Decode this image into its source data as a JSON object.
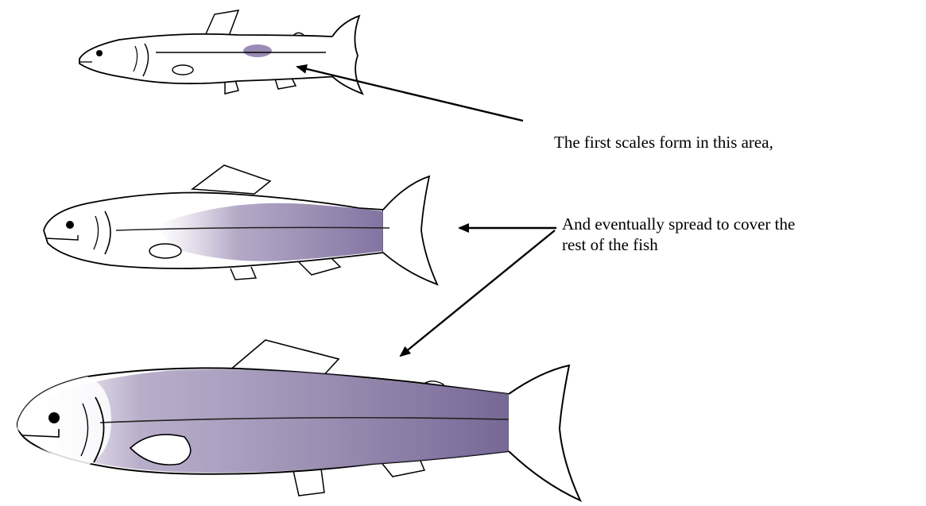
{
  "annotations": {
    "first_scales": "The first scales form in this area,",
    "spread_line1": "And eventually spread to cover the",
    "spread_line2": "rest of the fish"
  },
  "colors": {
    "outline": "#000000",
    "scale_patch": "#7a6a9a",
    "scale_patch_light": "#b3a6c8"
  },
  "stages": [
    "small-fish-stage",
    "medium-fish-stage",
    "large-fish-stage"
  ]
}
